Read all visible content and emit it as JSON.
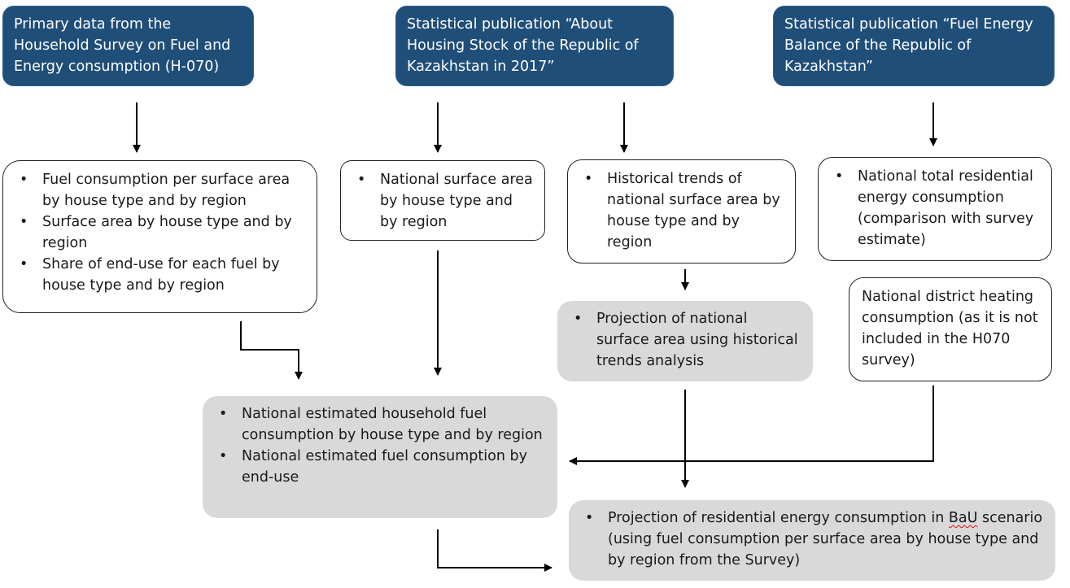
{
  "sources": [
    {
      "text": "Primary data from the Household Survey on Fuel and Energy consumption (H-070)"
    },
    {
      "text": "Statistical publication “About Housing Stock of the Republic of Kazakhstan in 2017”"
    },
    {
      "text": "Statistical publication “Fuel Energy Balance of the Republic of Kazakhstan”"
    }
  ],
  "box_survey": {
    "items": [
      "Fuel consumption per surface area by house type and by region",
      "Surface area by house type and by region",
      "Share of end-use for each fuel by house type and by region"
    ]
  },
  "box_surface": {
    "items": [
      "National surface area by house type and by region"
    ]
  },
  "box_trends": {
    "items": [
      "Historical trends of national surface area by house type and by region"
    ]
  },
  "box_total": {
    "items": [
      "National total residential energy consumption (comparison with survey estimate)"
    ]
  },
  "box_projection_surface": {
    "items": [
      "Projection of national surface area using historical trends analysis"
    ]
  },
  "box_district": {
    "text": "National district heating consumption (as it is not included in the H070 survey)"
  },
  "box_estimated": {
    "items": [
      "National estimated household fuel consumption by house type and by region",
      "National estimated fuel consumption by end-use"
    ]
  },
  "box_projection_residential": {
    "before": "Projection of residential energy consumption in ",
    "bau": "BaU",
    "after": " scenario (using fuel consumption per surface area by house type and by region from the Survey)"
  },
  "colors": {
    "source_fill": "#1f4e79",
    "grey_fill": "#d9d9d9",
    "line": "#000000"
  }
}
